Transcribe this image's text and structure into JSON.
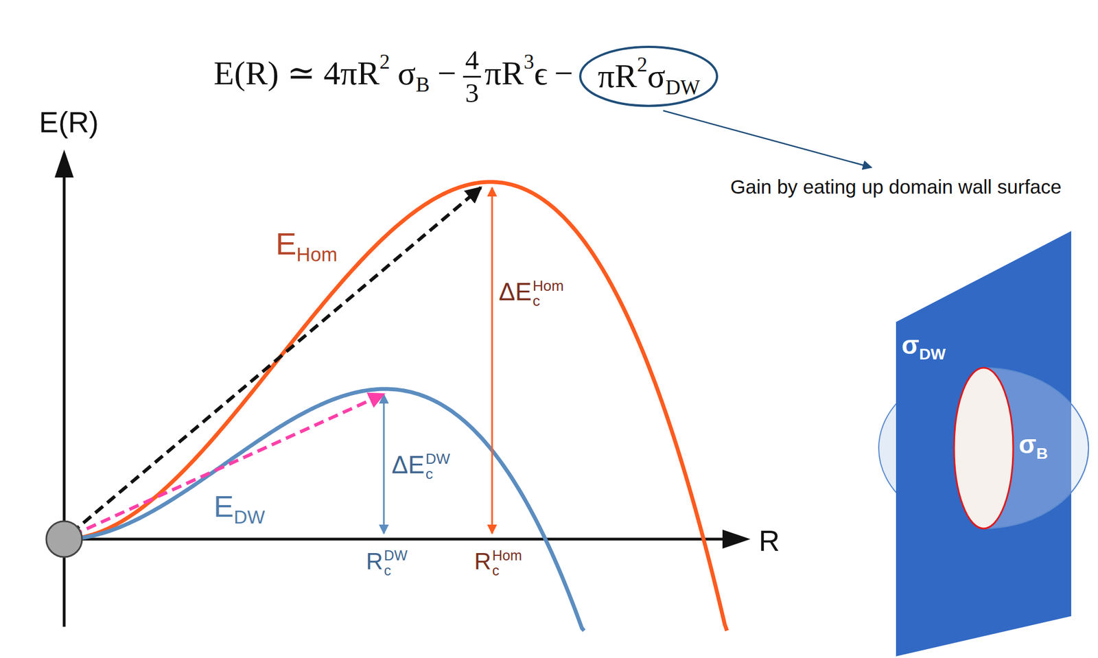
{
  "diagram": {
    "nodes": [
      {
        "text": [
          "πR",
          "2",
          "σ",
          "DW"
        ]
      }
    ],
    "labels": [
      "E(R) ≃ 4πR",
      "2",
      "σ",
      "B",
      "−",
      "4",
      "3",
      "πR",
      "3",
      "ϵ",
      "−",
      "Gain by eating up domain wall surface",
      "E(R)",
      "R",
      "E",
      "Hom",
      "ΔE",
      "Hom",
      "c",
      "E",
      "DW",
      "ΔE",
      "DW",
      "c",
      "R",
      "DW",
      "c",
      "R",
      "Hom",
      "c",
      "σ",
      "DW",
      "σ",
      "B"
    ]
  }
}
